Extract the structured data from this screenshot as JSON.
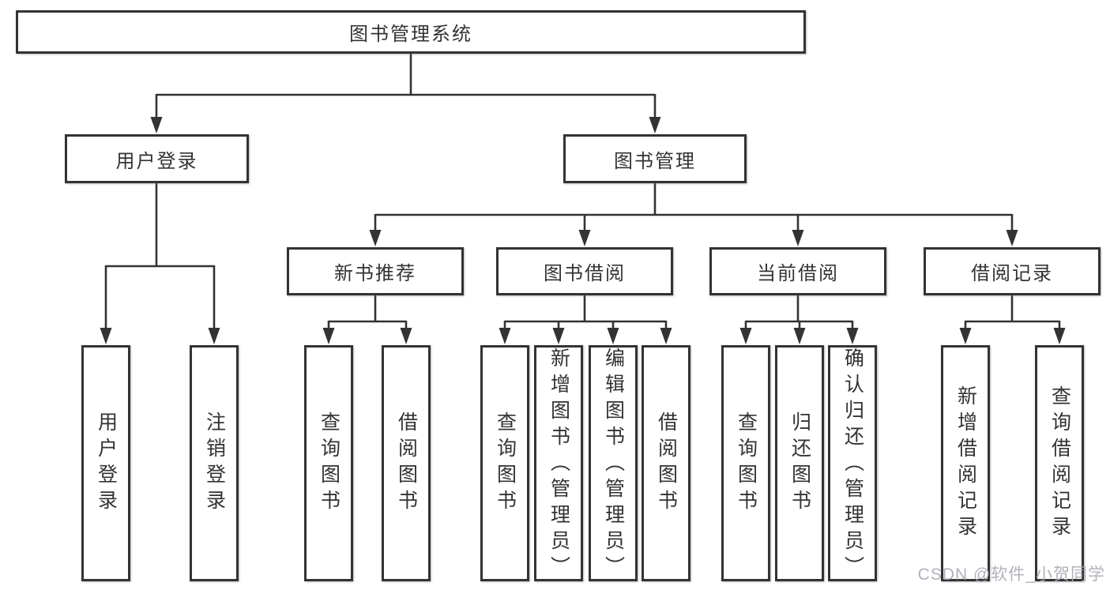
{
  "diagram": {
    "root": {
      "label": "图书管理系统"
    },
    "branches": [
      {
        "label": "用户登录",
        "children": [
          {
            "label": "用户登录"
          },
          {
            "label": "注销登录"
          }
        ]
      },
      {
        "label": "图书管理",
        "children": [
          {
            "label": "新书推荐",
            "children": [
              {
                "label": "查询图书"
              },
              {
                "label": "借阅图书"
              }
            ]
          },
          {
            "label": "图书借阅",
            "children": [
              {
                "label": "查询图书"
              },
              {
                "label": "新增图书（管理员）"
              },
              {
                "label": "编辑图书（管理员）"
              },
              {
                "label": "借阅图书"
              }
            ]
          },
          {
            "label": "当前借阅",
            "children": [
              {
                "label": "查询图书"
              },
              {
                "label": "归还图书"
              },
              {
                "label": "确认归还（管理员）"
              }
            ]
          },
          {
            "label": "借阅记录",
            "children": [
              {
                "label": "新增借阅记录"
              },
              {
                "label": "查询借阅记录"
              }
            ]
          }
        ]
      }
    ]
  },
  "watermark": {
    "text": "CSDN @软件_小贺同学"
  },
  "colors": {
    "line": "#333333",
    "box_border": "#333333",
    "box_fill": "#ffffff",
    "text": "#333333",
    "watermark": "#a8a8b4",
    "background": "#ffffff"
  }
}
